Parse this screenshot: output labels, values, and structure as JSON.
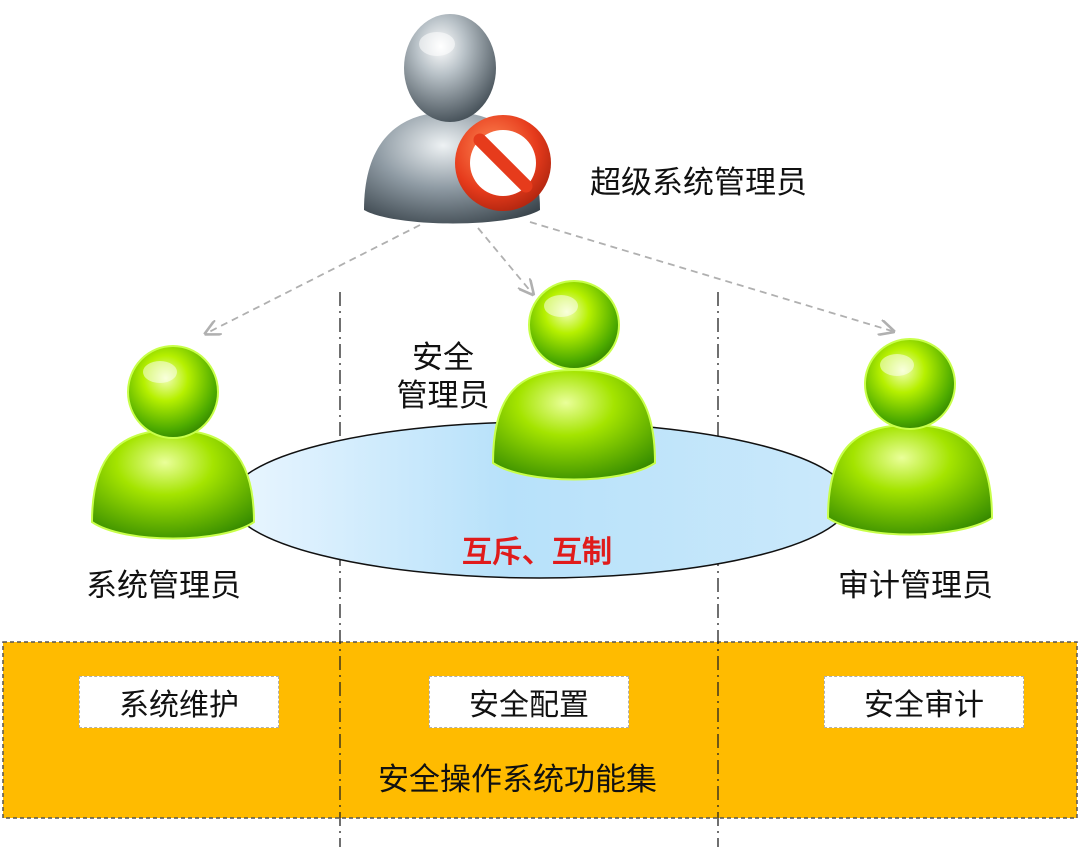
{
  "super_admin": {
    "label": "超级系统管理员"
  },
  "system_admin": {
    "label": "系统管理员"
  },
  "security_admin": {
    "label_line1": "安全",
    "label_line2": "管理员"
  },
  "audit_admin": {
    "label": "审计管理员"
  },
  "relation": {
    "label": "互斥、互制"
  },
  "functions": {
    "system_maintenance": "系统维护",
    "security_config": "安全配置",
    "security_audit": "安全审计",
    "set_label": "安全操作系统功能集"
  },
  "icons": {
    "super_admin": "grey-user-icon",
    "prohibited": "prohibited-icon",
    "admins": "green-user-icon"
  },
  "colors": {
    "panel": "#ffbb00",
    "ellipse": "#bfe4fa",
    "mutex_text": "#e01b1b",
    "user_green": "#74d400",
    "user_grey": "#8f9aa3",
    "prohibited_red": "#e63b1c",
    "arrow": "#b0b0b0"
  }
}
